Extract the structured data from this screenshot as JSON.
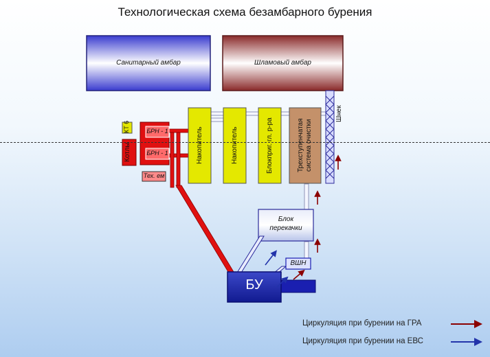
{
  "title": "Технологическая схема безамбарного бурения",
  "pits": {
    "sanitary": "Санитарный амбар",
    "sludge": "Шламовый амбар"
  },
  "equipment": {
    "kt": "КТ 6",
    "boilers": "Котлы",
    "brn1": "БРН - 1",
    "brn2": "БРН - 1",
    "tech_tank": "Тех. ем",
    "accumulator1": "Накопитель",
    "accumulator2": "Накопитель",
    "mud_prep": "Блокприг. гл. р-ра",
    "cleaning": "Трехступенчатая система очистки",
    "auger": "Шнек",
    "transfer": "Блок перекачки",
    "vshn": "ВШН",
    "rig": "БУ"
  },
  "legend": {
    "gra": "Циркуляция при бурении на ГРА",
    "evs": "Циркуляция при бурении на ЕВС"
  },
  "colors": {
    "red": "#e01010",
    "yellow": "#e4e800",
    "tan": "#c4916a",
    "blue_dark": "#1a1fb0",
    "arrow_red": "#8b0000",
    "arrow_blue": "#2233aa"
  }
}
